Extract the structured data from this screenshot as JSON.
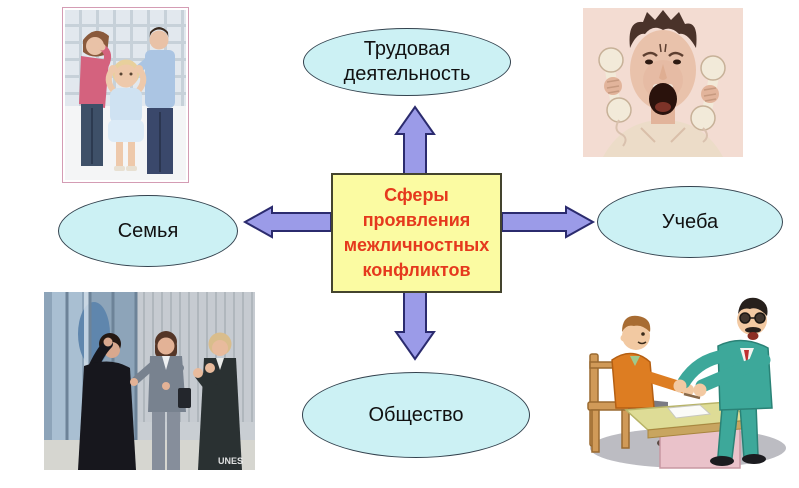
{
  "style": {
    "background": "#ffffff",
    "ellipse_fill": "#ccf1f4",
    "ellipse_stroke": "#33424e",
    "arrow_fill": "#9b9be8",
    "arrow_stroke": "#2b2b6e",
    "center_box_fill": "#fbfba2",
    "center_box_border": "#44442e",
    "center_text_color": "#e5391d"
  },
  "center_box": {
    "label": "Сферы\nпроявления\nмежличностных\nконфликтов"
  },
  "nodes": {
    "top": {
      "label": "Трудовая\nдеятельность"
    },
    "right": {
      "label": "Учеба"
    },
    "bottom": {
      "label": "Общество"
    },
    "left": {
      "label": "Семья"
    }
  },
  "arrows": [
    {
      "name": "arrow-up",
      "from": "center-box",
      "to": "top"
    },
    {
      "name": "arrow-down",
      "from": "center-box",
      "to": "bottom"
    },
    {
      "name": "arrow-left",
      "from": "center-box",
      "to": "left"
    },
    {
      "name": "arrow-right",
      "from": "center-box",
      "to": "right"
    }
  ],
  "images": {
    "family": {
      "icon": "family-argument-photo",
      "description": "Parents arguing while a child covers its ears"
    },
    "phones": {
      "icon": "stressed-man-phones-photo",
      "description": "Sepia photo of a man screaming with two telephone handsets at his ears"
    },
    "street": {
      "icon": "street-argument-photo",
      "description": "Three businesspeople arguing outdoors",
      "watermark": "UNES"
    },
    "desk": {
      "icon": "teacher-student-cartoon",
      "description": "Cartoon of a man in a teal suit reaching over a desk toward a seated young man"
    }
  }
}
